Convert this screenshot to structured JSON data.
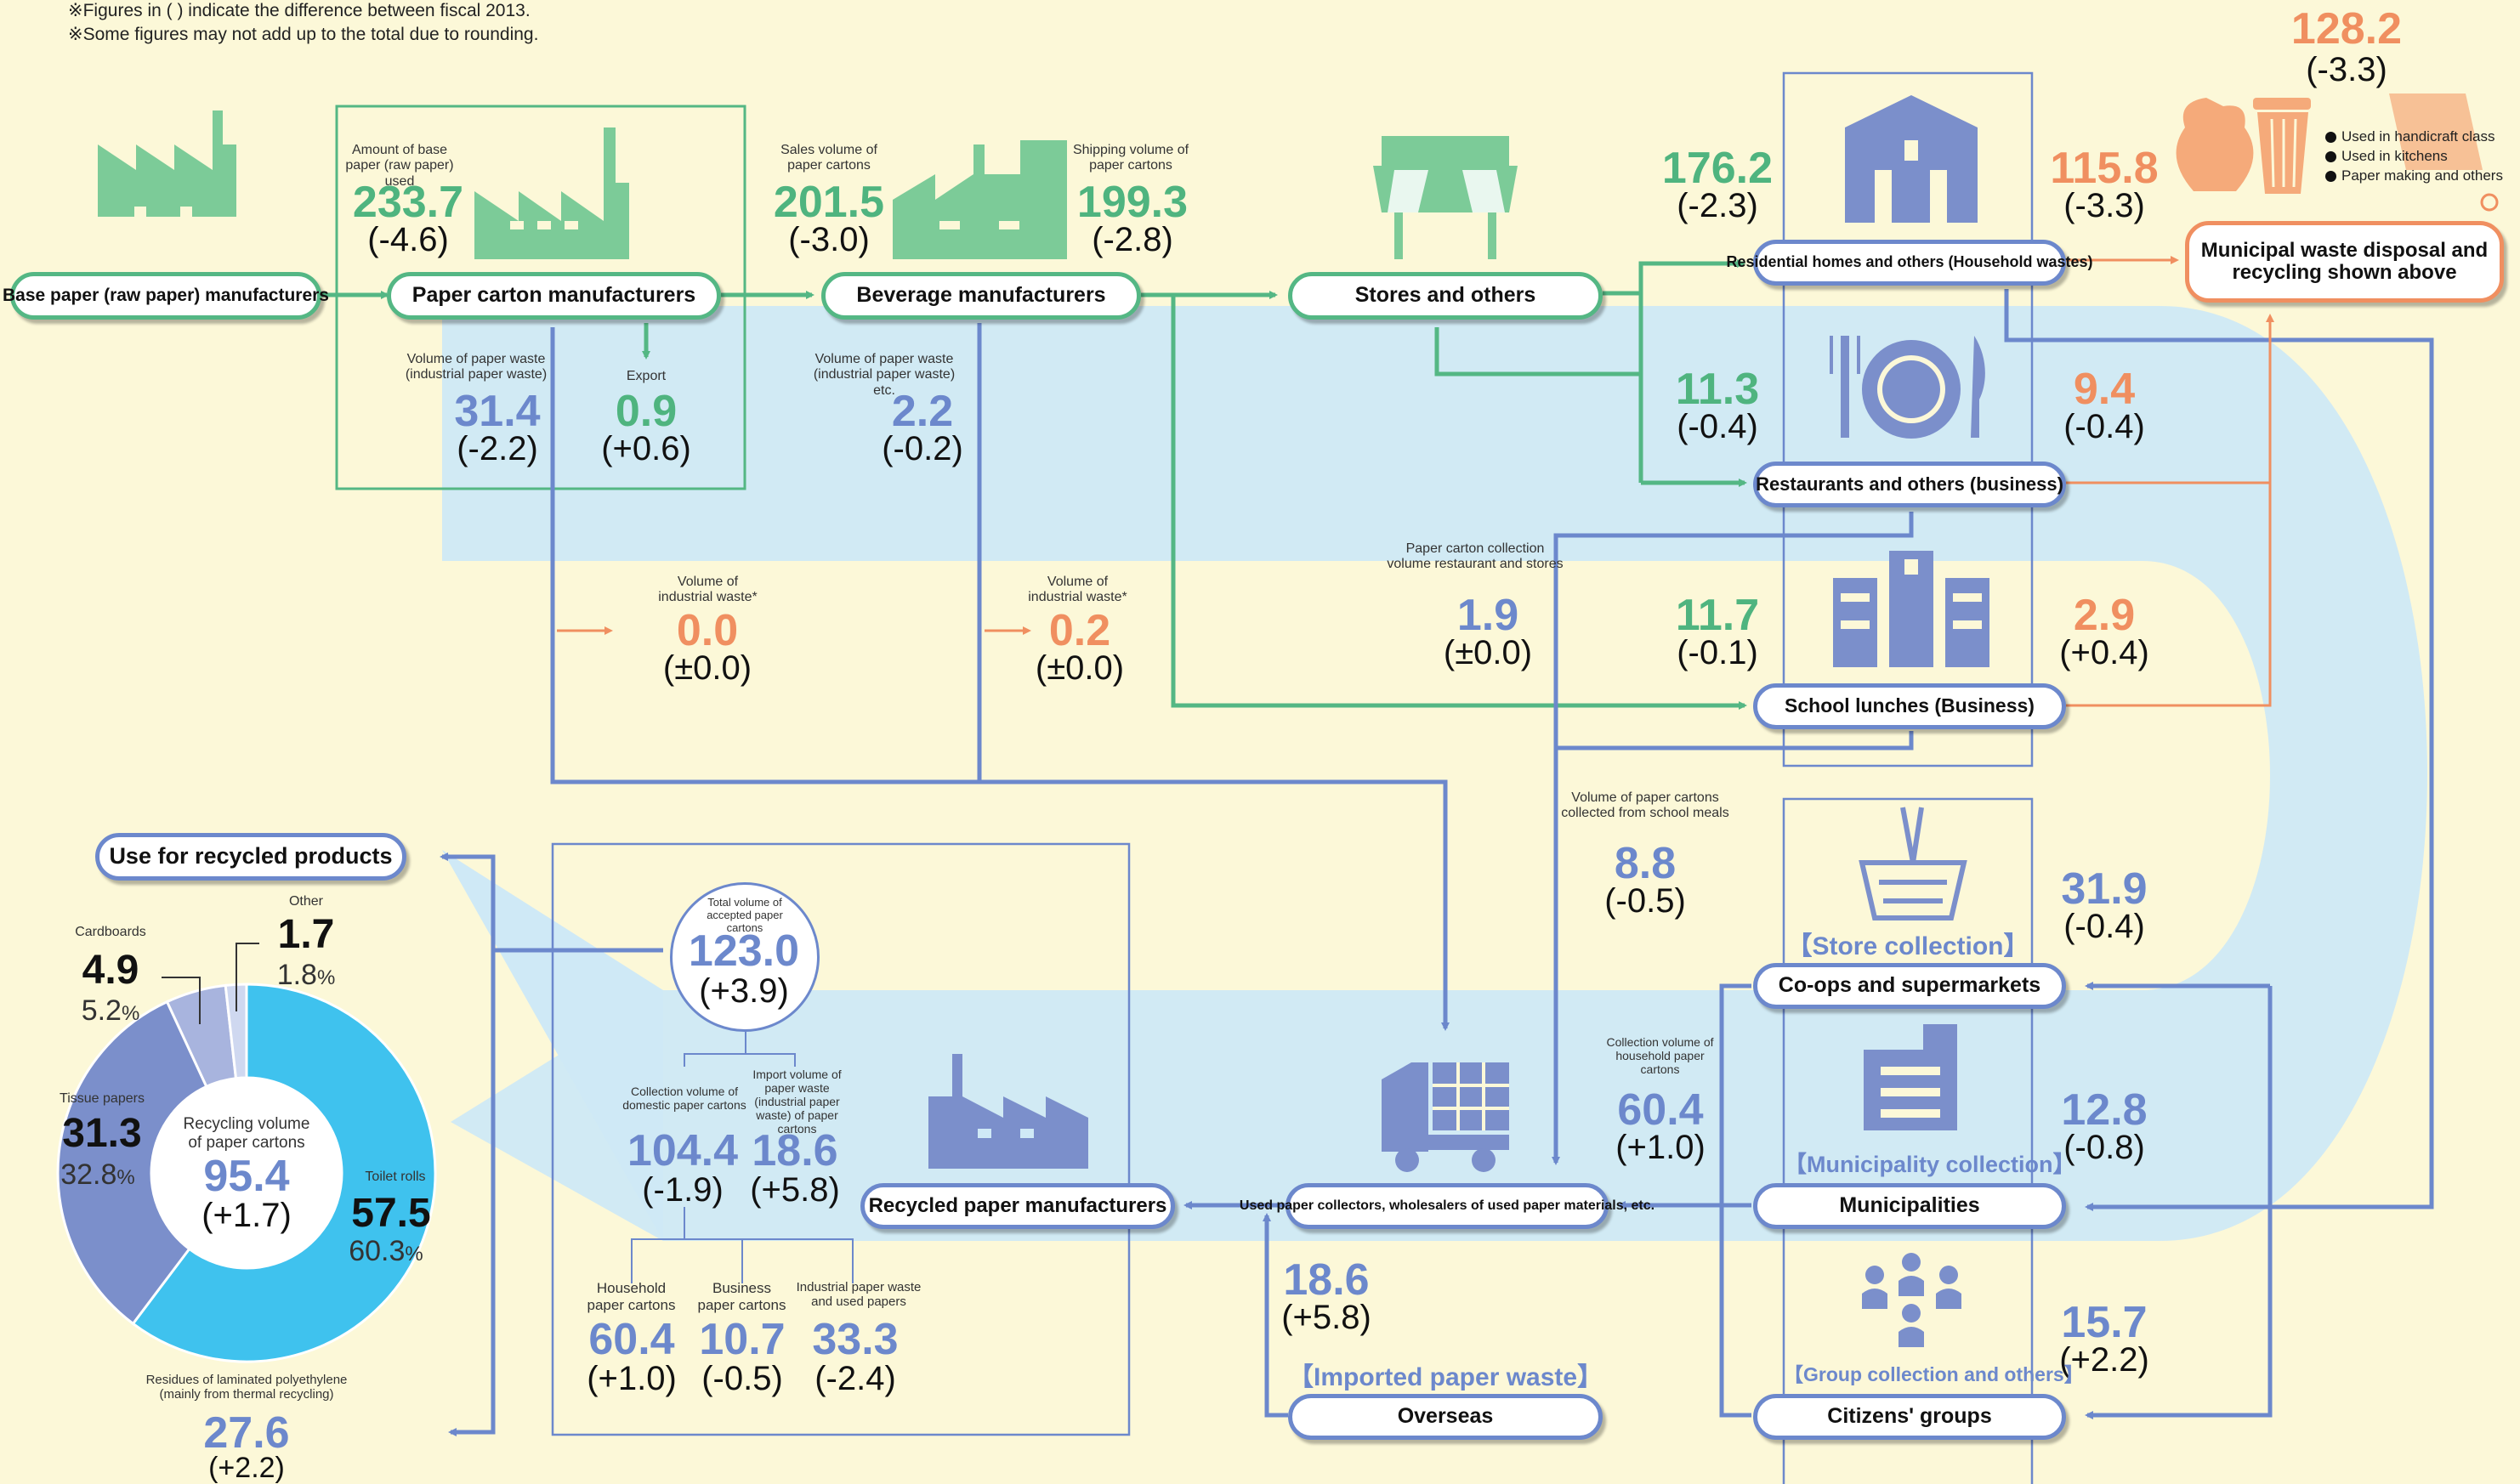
{
  "notes": [
    "※Figures in ( ) indicate the difference between fiscal 2013.",
    "※Some figures may not add up to the total due to rounding."
  ],
  "boxes": {
    "base_paper": "Base paper (raw paper) manufacturers",
    "carton_mfr": "Paper carton manufacturers",
    "beverage_mfr": "Beverage manufacturers",
    "stores": "Stores and others",
    "residential": "Residential homes and others  (Household wastes)",
    "restaurants": "Restaurants and others (business)",
    "school_lunches": "School lunches (Business)",
    "municipal_disposal": "Municipal waste disposal and recycling shown above",
    "coops": "Co-ops and supermarkets",
    "municipalities": "Municipalities",
    "citizens": "Citizens' groups",
    "overseas": "Overseas",
    "collectors": "Used paper collectors, wholesalers of used  paper materials, etc.",
    "recycled_mfr": "Recycled paper manufacturers",
    "use_recycled": "Use for recycled products"
  },
  "flows": {
    "base_paper_used": {
      "label": "Amount of base paper (raw paper) used",
      "value": "233.7",
      "diff": "(-4.6)"
    },
    "carton_waste": {
      "label": "Volume of paper waste (industrial paper waste)",
      "value": "31.4",
      "diff": "(-2.2)"
    },
    "export": {
      "label": "Export",
      "value": "0.9",
      "diff": "(+0.6)"
    },
    "sales": {
      "label": "Sales volume of paper cartons",
      "value": "201.5",
      "diff": "(-3.0)"
    },
    "shipping": {
      "label": "Shipping volume of paper cartons",
      "value": "199.3",
      "diff": "(-2.8)"
    },
    "beverage_waste": {
      "label": "Volume of paper waste (industrial paper waste) etc.",
      "value": "2.2",
      "diff": "(-0.2)"
    },
    "industrial_1": {
      "label": "Volume of industrial waste*",
      "value": "0.0",
      "diff": "(±0.0)"
    },
    "industrial_2": {
      "label": "Volume of industrial waste*",
      "value": "0.2",
      "diff": "(±0.0)"
    },
    "stores_collection": {
      "label": "Paper carton collection volume restaurant and stores",
      "value": "1.9",
      "diff": "(±0.0)"
    },
    "households": {
      "value": "176.2",
      "diff": "(-2.3)"
    },
    "restaurants": {
      "value": "11.3",
      "diff": "(-0.4)"
    },
    "schools": {
      "value": "11.7",
      "diff": "(-0.1)"
    },
    "disposal_total": {
      "value": "128.2",
      "diff": "(-3.3)"
    },
    "disposal_household": {
      "value": "115.8",
      "diff": "(-3.3)"
    },
    "disposal_restaurant": {
      "value": "9.4",
      "diff": "(-0.4)"
    },
    "disposal_school": {
      "value": "2.9",
      "diff": "(+0.4)"
    },
    "school_meals": {
      "label": "Volume of paper cartons collected from school meals",
      "value": "8.8",
      "diff": "(-0.5)"
    },
    "store_collection": {
      "value": "31.9",
      "diff": "(-0.4)"
    },
    "municipality_collection": {
      "value": "12.8",
      "diff": "(-0.8)"
    },
    "group_collection": {
      "value": "15.7",
      "diff": "(+2.2)"
    },
    "household_collection": {
      "label": "Collection volume of household paper cartons",
      "value": "60.4",
      "diff": "(+1.0)"
    },
    "imported": {
      "value": "18.6",
      "diff": "(+5.8)"
    },
    "accepted": {
      "label": "Total volume of accepted paper cartons",
      "value": "123.0",
      "diff": "(+3.9)"
    },
    "domestic": {
      "label": "Collection volume of domestic paper cartons",
      "value": "104.4",
      "diff": "(-1.9)"
    },
    "import_waste": {
      "label": "Import volume of paper waste (industrial paper waste) of paper cartons",
      "value": "18.6",
      "diff": "(+5.8)"
    },
    "household_cartons": {
      "label": "Household paper cartons",
      "value": "60.4",
      "diff": "(+1.0)"
    },
    "business_cartons": {
      "label": "Business paper cartons",
      "value": "10.7",
      "diff": "(-0.5)"
    },
    "industrial_cartons": {
      "label": "Industrial paper waste and used papers",
      "value": "33.3",
      "diff": "(-2.4)"
    },
    "residues": {
      "label": "Residues of laminated polyethylene (mainly from thermal recycling)",
      "value": "27.6",
      "diff": "(+2.2)"
    }
  },
  "bracket_labels": {
    "store": "【Store collection】",
    "municipality": "【Municipality collection】",
    "group": "【Group collection and others】",
    "imported": "【Imported paper waste】"
  },
  "legend": [
    "Used in handicraft class",
    "Used in kitchens",
    "Paper making and others"
  ],
  "chart_data": {
    "type": "pie",
    "center_label": "Recycling volume of paper cartons",
    "total": 95.4,
    "total_display": "95.4",
    "total_diff": "(+1.7)",
    "slices": [
      {
        "name": "Toilet rolls",
        "value": 57.5,
        "value_display": "57.5",
        "percent": "60.3",
        "color": "#3fc2ee"
      },
      {
        "name": "Tissue papers",
        "value": 31.3,
        "value_display": "31.3",
        "percent": "32.8",
        "color": "#7b8fcb"
      },
      {
        "name": "Cardboards",
        "value": 4.9,
        "value_display": "4.9",
        "percent": "5.2",
        "color": "#a8b4de"
      },
      {
        "name": "Other",
        "value": 1.7,
        "value_display": "1.7",
        "percent": "1.8",
        "color": "#cfd8f0"
      }
    ],
    "percent_unit": "%"
  },
  "colors": {
    "green": "#54b784",
    "blue": "#6c88cc",
    "orange": "#f08f60",
    "band": "#cfe9f6",
    "background": "#fcf8d8"
  }
}
